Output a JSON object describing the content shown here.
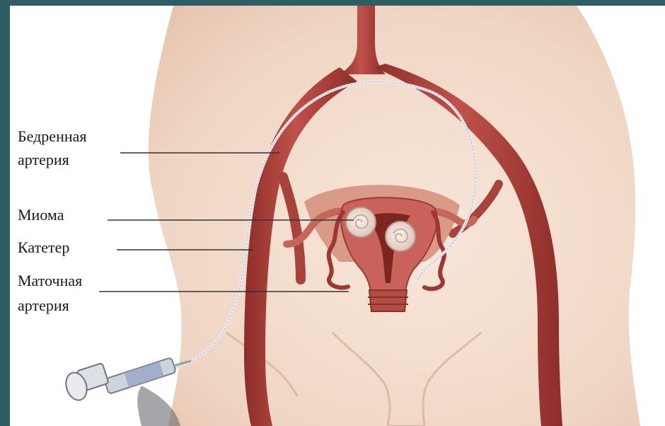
{
  "labels": {
    "femoral_artery": [
      "Бедренная",
      "артерия"
    ],
    "myoma": "Миома",
    "catheter": "Катетер",
    "uterine_artery": [
      "Маточная",
      "артерия"
    ]
  },
  "colors": {
    "frame": "#2c5e63",
    "skin": "#f3dccc",
    "artery": "#b5433c",
    "uterus": "#c9625a",
    "myoma": "#eadbd2",
    "catheter": "#e8e8ef",
    "leader_line": "#333333"
  }
}
